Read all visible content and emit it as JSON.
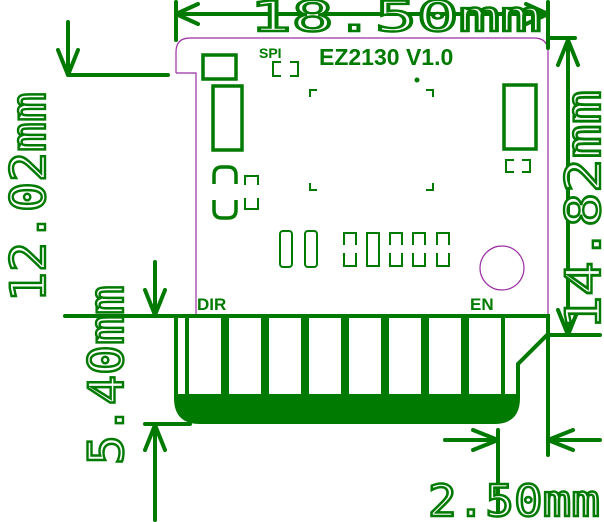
{
  "board": {
    "title": "EZ2130 V1.0",
    "labels": {
      "spi": "SPI",
      "dir": "DIR",
      "en": "EN"
    }
  },
  "dimensions": {
    "width": "18.50mm",
    "left_height": "12.02mm",
    "connector_height": "5.40mm",
    "right_height": "14.82mm",
    "bottom_offset": "2.50mm"
  },
  "colors": {
    "silkscreen": "#007a00",
    "outline": "#9b2fa3"
  }
}
